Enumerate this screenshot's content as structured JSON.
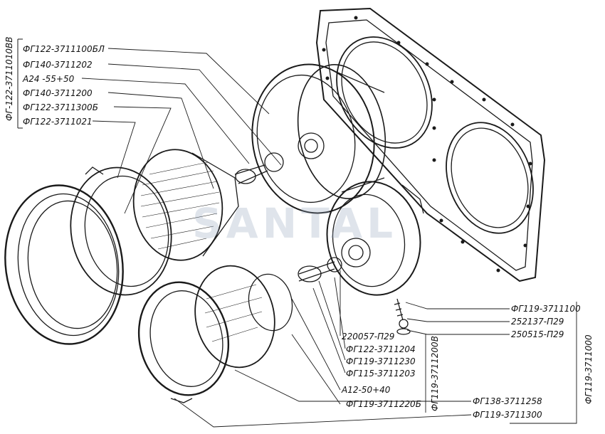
{
  "labels_left": [
    "ФГ122-3711100БЛ",
    "ФГ140-3711202",
    "А24 -55+50",
    "ФГ140-3711200",
    "ФГ122-3711300Б",
    "ФГ122-3711021"
  ],
  "label_left_vertical": "ФГ-122-3711010ВВ",
  "labels_right": [
    "ФГ119-3711100",
    "252137-П29",
    "250515-П29"
  ],
  "label_right_vertical": "ФГ119-3711000",
  "labels_bottom": [
    "220057-П29",
    "ФГ122-3711204",
    "ФГ119-3711230",
    "ФГ115-3711203",
    "А12-50+40",
    "ФГ119-3711220Б"
  ],
  "label_bottom_vertical": "ФГ119-3711200В",
  "labels_bottom_right": [
    "ФГ138-3711258",
    "ФГ119-3711300"
  ],
  "watermark": "SANTAL",
  "colors": {
    "ink": "#1a1a1a",
    "paper": "#ffffff",
    "watermark": "#9aa6bd"
  }
}
